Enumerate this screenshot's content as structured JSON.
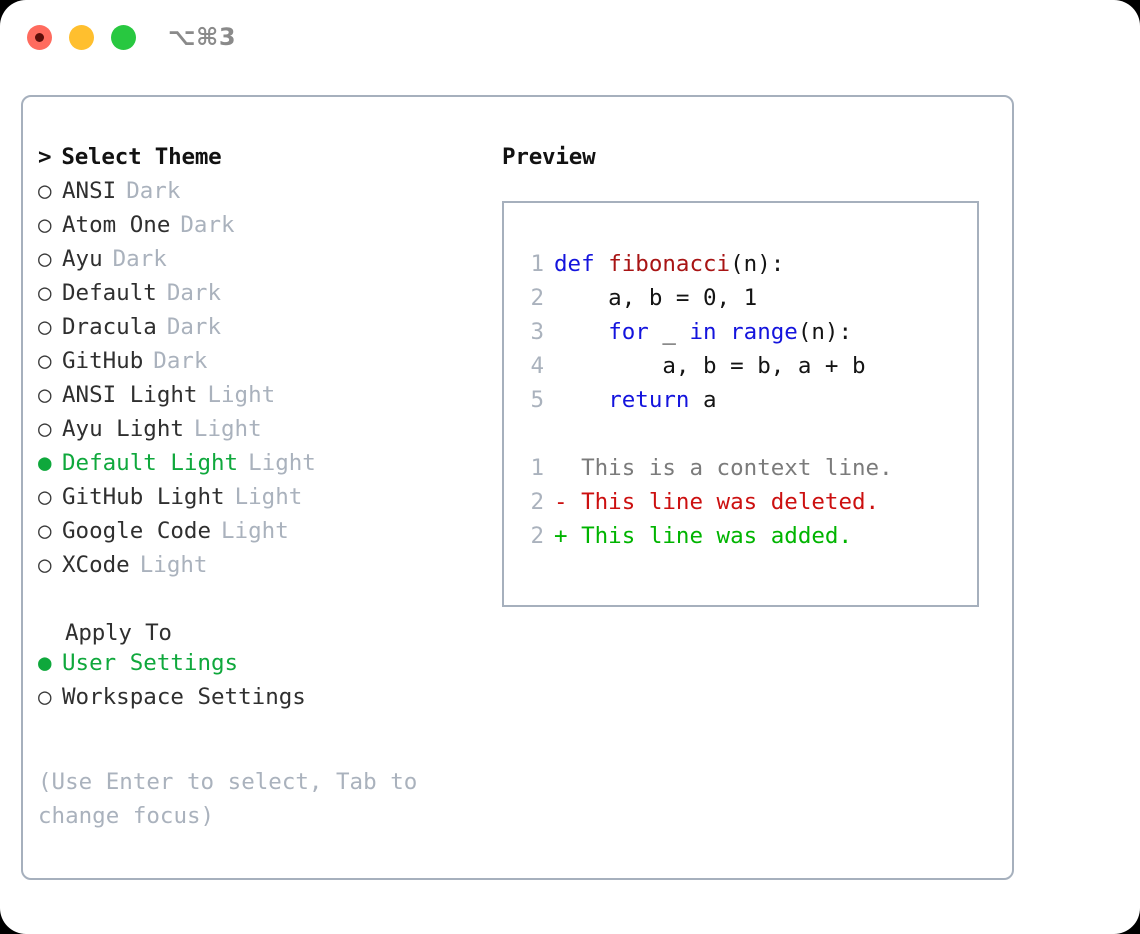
{
  "window": {
    "title": "⌥⌘3",
    "traffic_lights": [
      {
        "name": "close",
        "color": "#ff6b5e",
        "active": true
      },
      {
        "name": "minimize",
        "color": "#ffbf2e",
        "active": false
      },
      {
        "name": "maximize",
        "color": "#28c840",
        "active": false
      }
    ]
  },
  "theme_panel": {
    "heading": "Select Theme",
    "caret": ">",
    "marker_selected": "●",
    "marker_unselected": "○",
    "items": [
      {
        "name": "ANSI",
        "kind": "Dark",
        "selected": false
      },
      {
        "name": "Atom One",
        "kind": "Dark",
        "selected": false
      },
      {
        "name": "Ayu",
        "kind": "Dark",
        "selected": false
      },
      {
        "name": "Default",
        "kind": "Dark",
        "selected": false
      },
      {
        "name": "Dracula",
        "kind": "Dark",
        "selected": false
      },
      {
        "name": "GitHub",
        "kind": "Dark",
        "selected": false
      },
      {
        "name": "ANSI Light",
        "kind": "Light",
        "selected": false
      },
      {
        "name": "Ayu Light",
        "kind": "Light",
        "selected": false
      },
      {
        "name": "Default Light",
        "kind": "Light",
        "selected": true
      },
      {
        "name": "GitHub Light",
        "kind": "Light",
        "selected": false
      },
      {
        "name": "Google Code",
        "kind": "Light",
        "selected": false
      },
      {
        "name": "XCode",
        "kind": "Light",
        "selected": false
      }
    ]
  },
  "apply_to": {
    "heading": "Apply To",
    "options": [
      {
        "label": "User Settings",
        "selected": true
      },
      {
        "label": "Workspace Settings",
        "selected": false
      }
    ]
  },
  "hint": {
    "line1": "(Use Enter to select, Tab to",
    "line2": "change focus)"
  },
  "preview": {
    "title": "Preview",
    "code_lines": [
      {
        "number": "1",
        "tokens": [
          {
            "text": "def ",
            "type": "kw"
          },
          {
            "text": "fibonacci",
            "type": "fn"
          },
          {
            "text": "(n):",
            "type": "plain"
          }
        ]
      },
      {
        "number": "2",
        "tokens": [
          {
            "text": "    a, b = 0, 1",
            "type": "plain"
          }
        ]
      },
      {
        "number": "3",
        "tokens": [
          {
            "text": "    ",
            "type": "plain"
          },
          {
            "text": "for",
            "type": "kw"
          },
          {
            "text": " _ ",
            "type": "plain"
          },
          {
            "text": "in",
            "type": "kw"
          },
          {
            "text": " ",
            "type": "plain"
          },
          {
            "text": "range",
            "type": "kw"
          },
          {
            "text": "(n):",
            "type": "plain"
          }
        ]
      },
      {
        "number": "4",
        "tokens": [
          {
            "text": "        a, b = b, a + b",
            "type": "plain"
          }
        ]
      },
      {
        "number": "5",
        "tokens": [
          {
            "text": "    ",
            "type": "plain"
          },
          {
            "text": "return",
            "type": "kw"
          },
          {
            "text": " a",
            "type": "plain"
          }
        ]
      }
    ],
    "diff_lines": [
      {
        "number": "1",
        "sign": " ",
        "text": "This is a context line.",
        "type": "context"
      },
      {
        "number": "2",
        "sign": "-",
        "text": "This line was deleted.",
        "type": "deleted"
      },
      {
        "number": "2",
        "sign": "+",
        "text": "This line was added.",
        "type": "added"
      }
    ]
  },
  "colors": {
    "selected_green": "#0fa83c",
    "diff_added": "#00b400",
    "diff_deleted": "#cc1010",
    "keyword_blue": "#1414dd",
    "function_red": "#a81414",
    "muted": "#aab2bd",
    "border": "#a6b0bd"
  }
}
